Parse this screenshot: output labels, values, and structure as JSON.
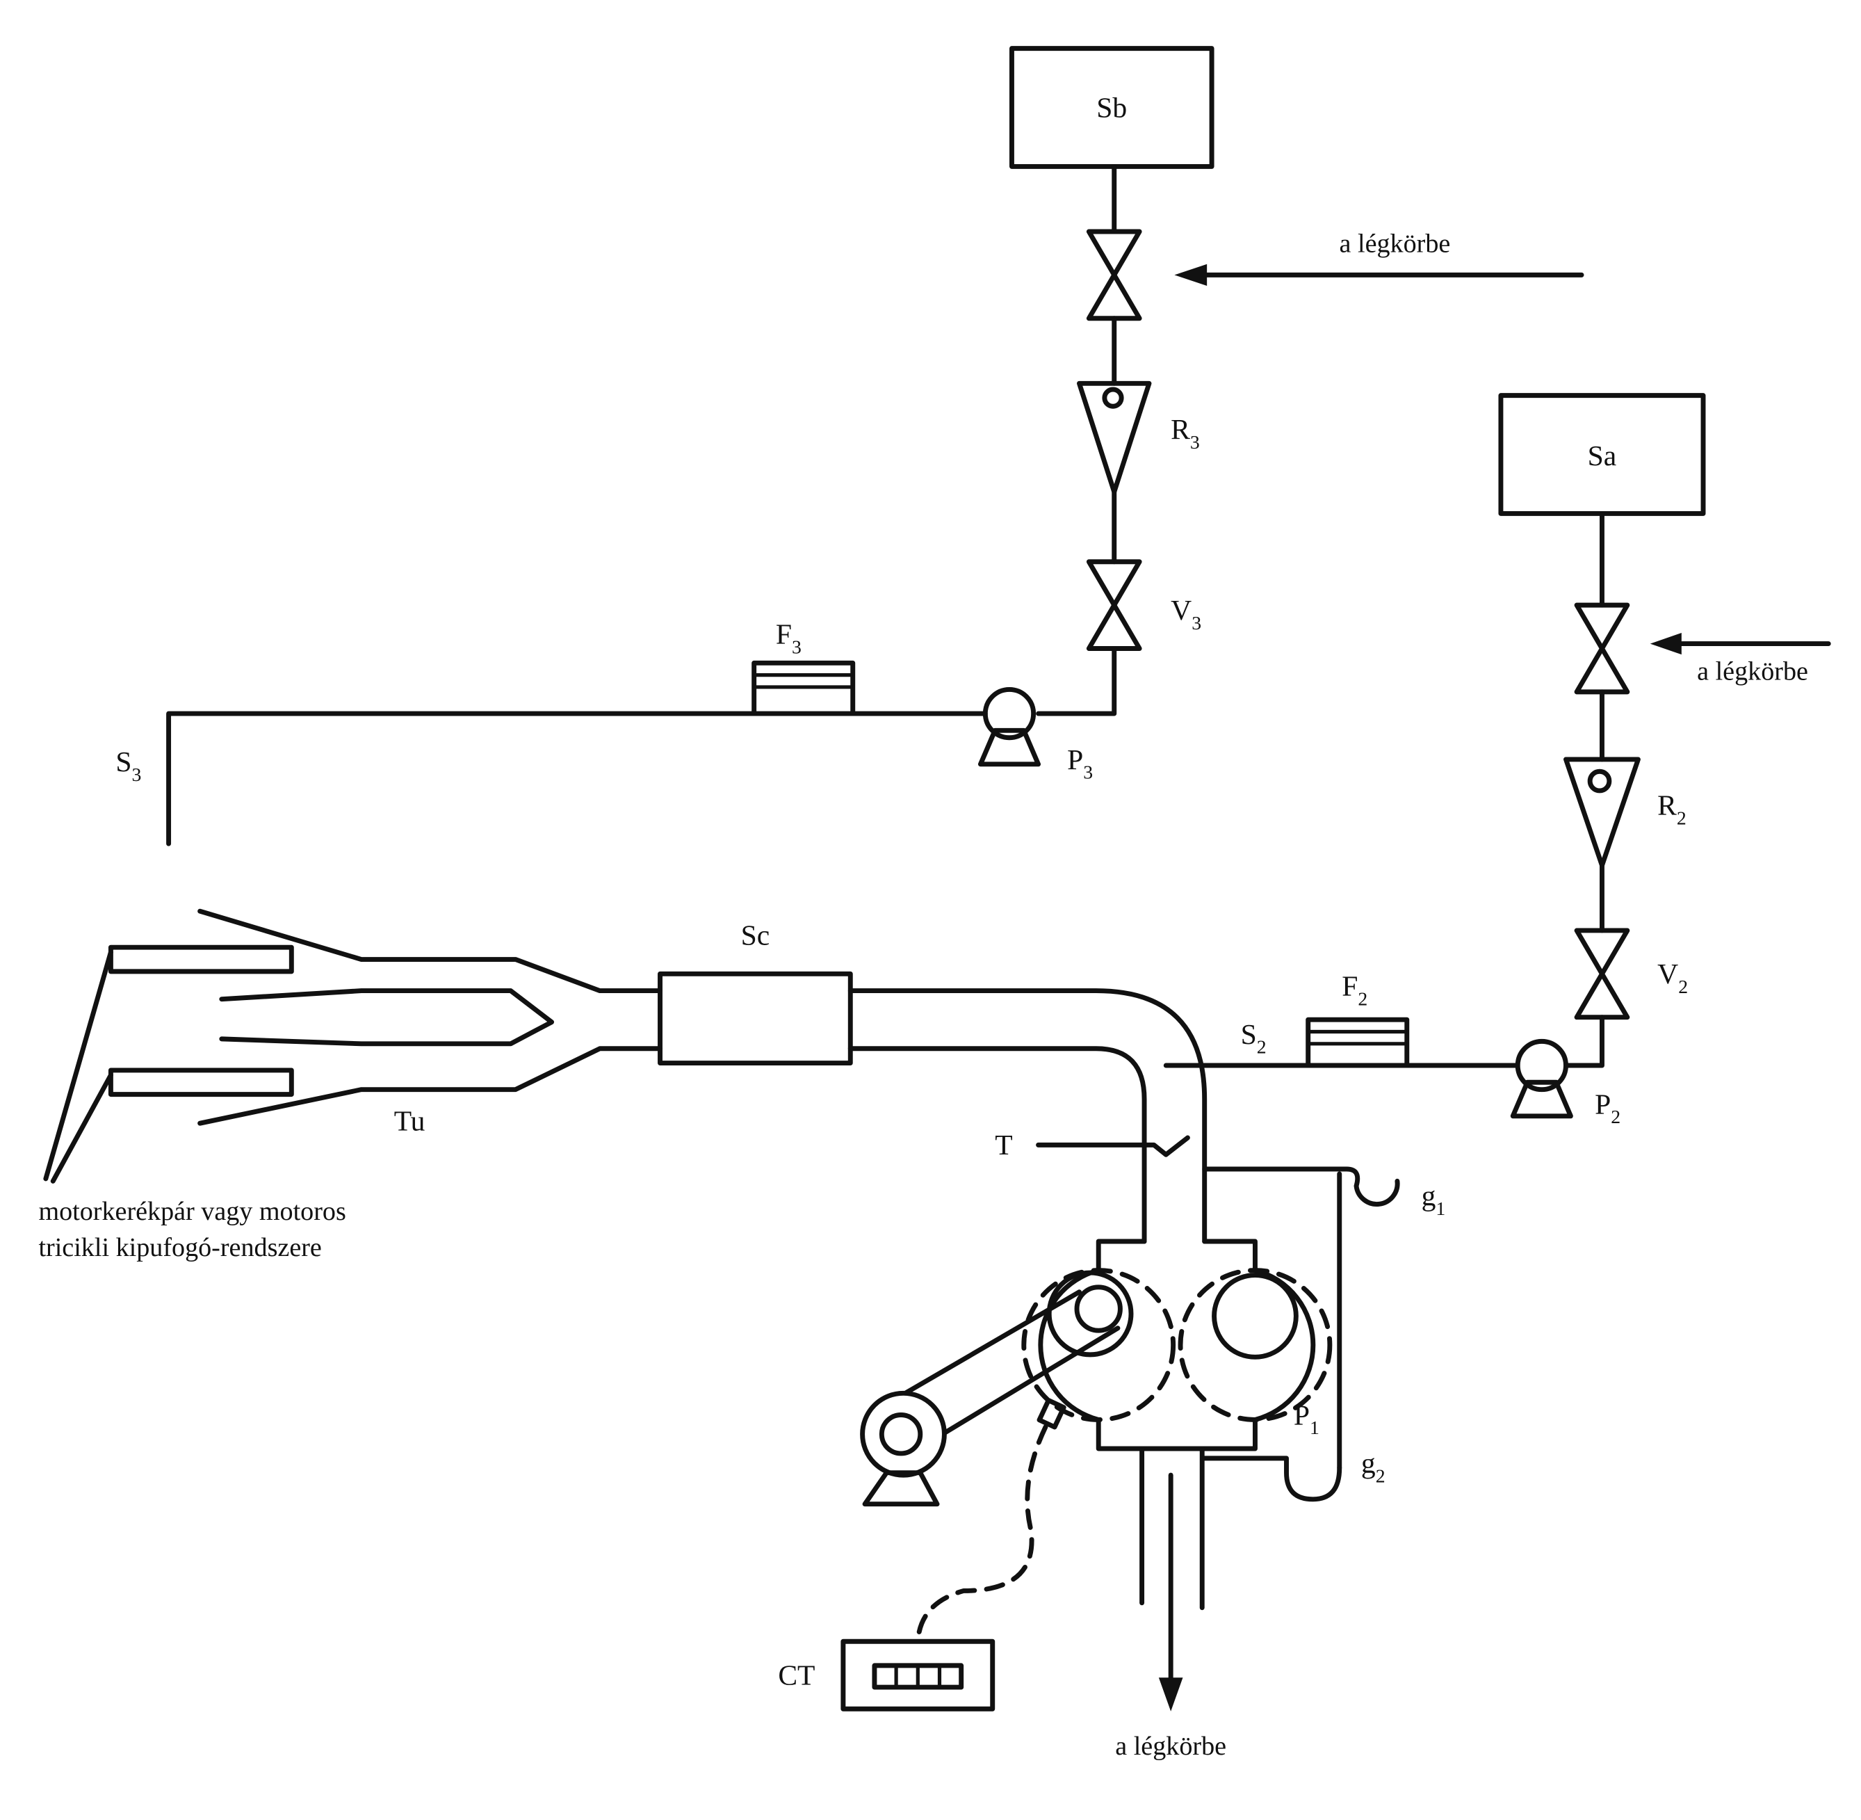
{
  "labels": {
    "Sb": "Sb",
    "Sa": "Sa",
    "R3": {
      "main": "R",
      "sub": "3"
    },
    "V3": {
      "main": "V",
      "sub": "3"
    },
    "F3": {
      "main": "F",
      "sub": "3"
    },
    "P3": {
      "main": "P",
      "sub": "3"
    },
    "S3": {
      "main": "S",
      "sub": "3"
    },
    "R2": {
      "main": "R",
      "sub": "2"
    },
    "V2": {
      "main": "V",
      "sub": "2"
    },
    "F2": {
      "main": "F",
      "sub": "2"
    },
    "P2": {
      "main": "P",
      "sub": "2"
    },
    "S2": {
      "main": "S",
      "sub": "2"
    },
    "P1": {
      "main": "P",
      "sub": "1"
    },
    "g1": {
      "main": "g",
      "sub": "1"
    },
    "g2": {
      "main": "g",
      "sub": "2"
    },
    "Sc": "Sc",
    "Tu": "Tu",
    "T": "T",
    "CT": "CT"
  },
  "annotations": {
    "vent_top": "a légkörbe",
    "vent_right": "a légkörbe",
    "vent_bottom": "a légkörbe",
    "exhaust_line1": "motorkerékpár vagy motoros",
    "exhaust_line2": "tricikli kipufogó-rendszere"
  }
}
